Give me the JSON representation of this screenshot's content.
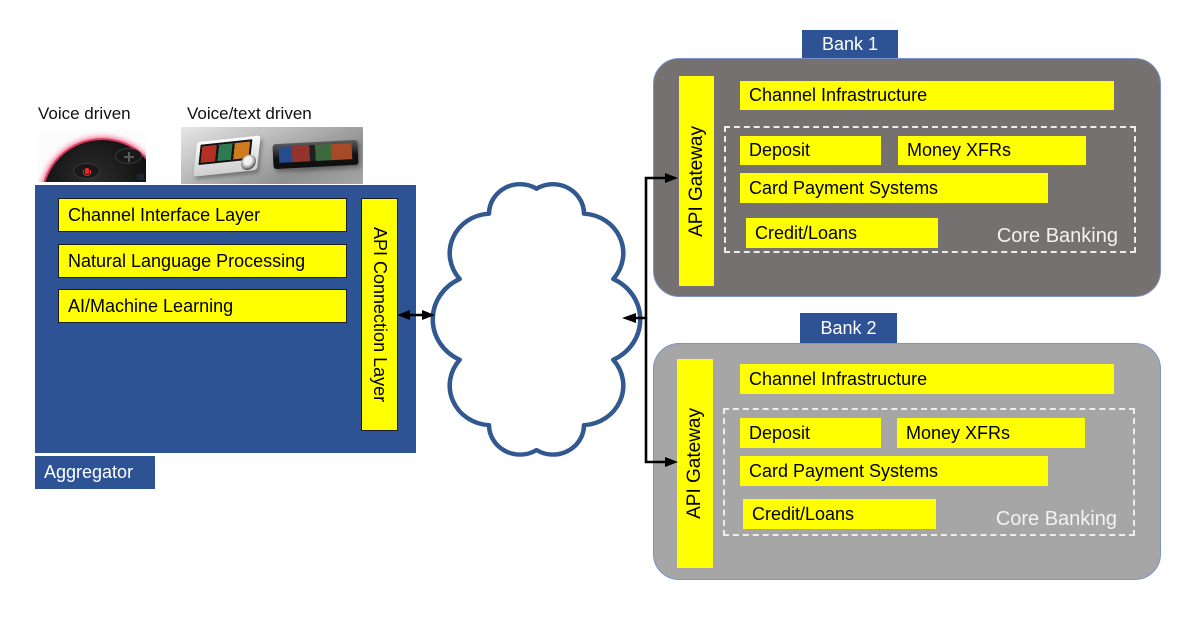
{
  "labels": {
    "voice_driven": "Voice driven",
    "voice_text_driven": "Voice/text driven"
  },
  "aggregator": {
    "title": "Aggregator",
    "api_connection_layer": "API Connection Layer",
    "layers": [
      "Channel Interface Layer",
      "Natural Language Processing",
      "AI/Machine Learning"
    ]
  },
  "banks": [
    {
      "name": "Bank 1",
      "api_gateway": "API Gateway",
      "channel_infrastructure": "Channel Infrastructure",
      "core_banking": "Core Banking",
      "services": {
        "deposit": "Deposit",
        "money_xfrs": "Money XFRs",
        "card_payments": "Card Payment Systems",
        "credit_loans": "Credit/Loans"
      }
    },
    {
      "name": "Bank 2",
      "api_gateway": "API Gateway",
      "channel_infrastructure": "Channel Infrastructure",
      "core_banking": "Core Banking",
      "services": {
        "deposit": "Deposit",
        "money_xfrs": "Money XFRs",
        "card_payments": "Card Payment Systems",
        "credit_loans": "Credit/Loans"
      }
    }
  ],
  "colors": {
    "blue": "#2E5395",
    "yellow": "#FFFF00",
    "bank1-gray": "#767171",
    "bank2-gray": "#A6A6A6",
    "cloud-stroke": "#31588F",
    "arrow": "#000000",
    "dashed-border": "#EDEDED",
    "core-banking-text": "#F2F2F2"
  }
}
